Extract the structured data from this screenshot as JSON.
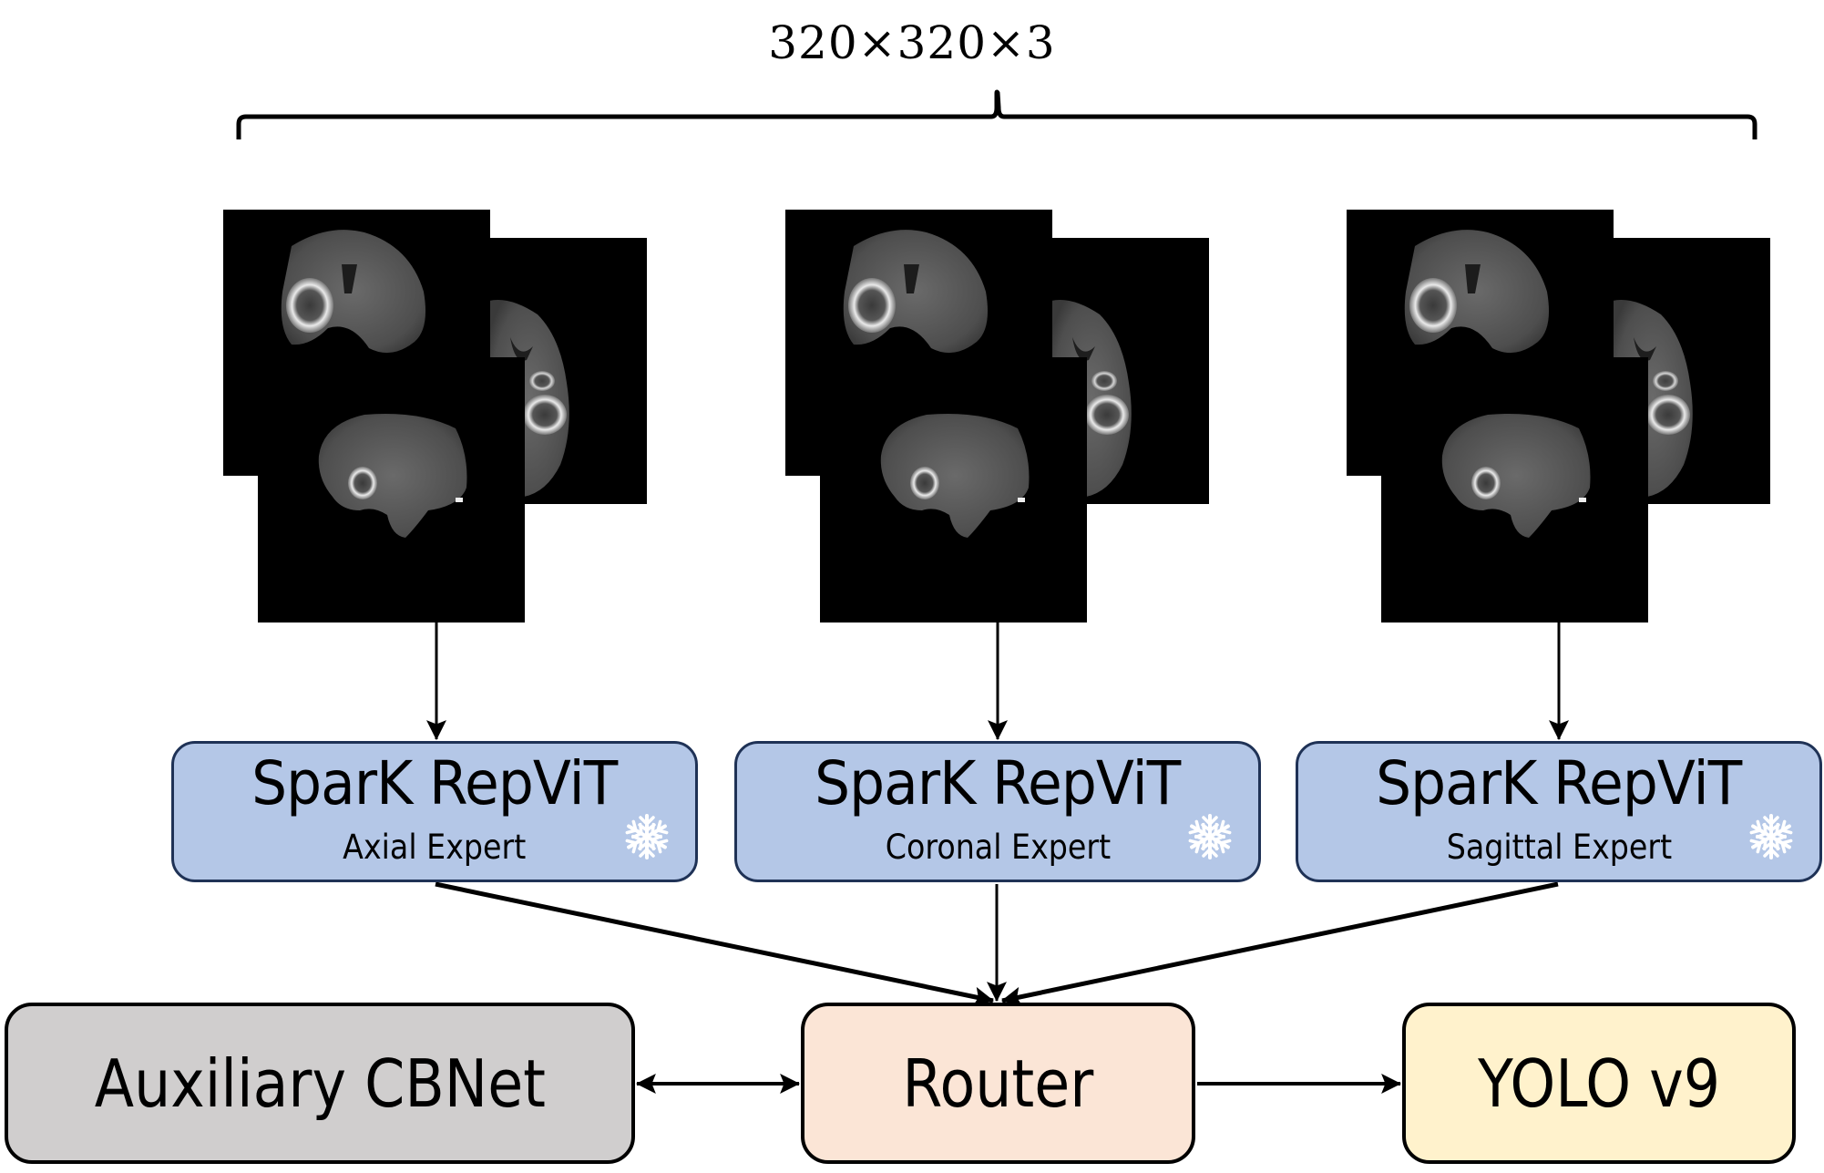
{
  "input_shape_label": "320×320×3",
  "image_stacks": [
    {
      "name": "stack-1",
      "slices": [
        "coronal",
        "axial",
        "sagittal"
      ]
    },
    {
      "name": "stack-2",
      "slices": [
        "coronal",
        "axial",
        "sagittal"
      ]
    },
    {
      "name": "stack-3",
      "slices": [
        "coronal",
        "axial",
        "sagittal"
      ]
    }
  ],
  "experts": [
    {
      "title": "SparK RepViT",
      "subtitle": "Axial Expert",
      "icon": "snowflake-icon",
      "state": "frozen"
    },
    {
      "title": "SparK RepViT",
      "subtitle": "Coronal Expert",
      "icon": "snowflake-icon",
      "state": "frozen"
    },
    {
      "title": "SparK RepViT",
      "subtitle": "Sagittal Expert",
      "icon": "snowflake-icon",
      "state": "frozen"
    }
  ],
  "modules": {
    "auxiliary": "Auxiliary CBNet",
    "router": "Router",
    "detector": "YOLO v9"
  },
  "colors": {
    "expert_fill": "#b4c7e7",
    "expert_border": "#1f3256",
    "auxiliary_fill": "#d0cece",
    "router_fill": "#fbe5d6",
    "detector_fill": "#fff2cc",
    "image_background": "#000000"
  },
  "connections": [
    {
      "from": "stack-1",
      "to": "expert-axial",
      "type": "arrow"
    },
    {
      "from": "stack-2",
      "to": "expert-coronal",
      "type": "arrow"
    },
    {
      "from": "stack-3",
      "to": "expert-sagittal",
      "type": "arrow"
    },
    {
      "from": "expert-axial",
      "to": "router",
      "type": "arrow"
    },
    {
      "from": "expert-coronal",
      "to": "router",
      "type": "arrow"
    },
    {
      "from": "expert-sagittal",
      "to": "router",
      "type": "arrow"
    },
    {
      "from": "auxiliary",
      "to": "router",
      "type": "bidirectional"
    },
    {
      "from": "router",
      "to": "detector",
      "type": "arrow"
    }
  ]
}
